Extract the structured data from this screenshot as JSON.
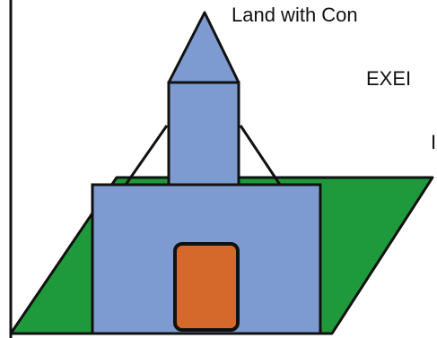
{
  "labels": {
    "title": "Land with Con",
    "line2": "EXEI",
    "line3": "I"
  },
  "colors": {
    "land": "#1e9a3c",
    "building": "#7d9bd0",
    "door": "#d4692b",
    "outline": "#111111",
    "background": "#ffffff"
  }
}
